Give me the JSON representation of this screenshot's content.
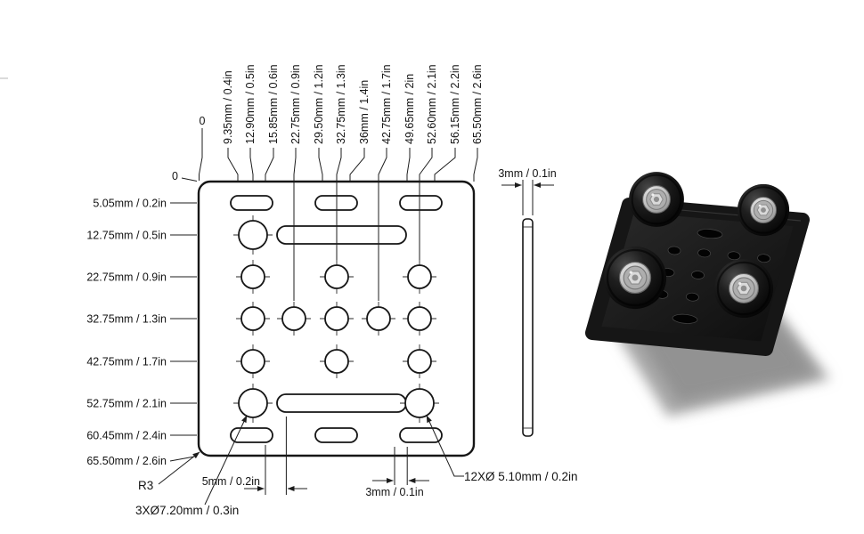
{
  "scene": {
    "background": "#ffffff",
    "line_color": "#1c1c1c",
    "text_color": "#141414"
  },
  "plate_drawing": {
    "origin_x_label": "0",
    "origin_y_label": "0",
    "top_dims": [
      "9.35mm / 0.4in",
      "12.90mm / 0.5in",
      "15.85mm / 0.6in",
      "22.75mm / 0.9in",
      "29.50mm / 1.2in",
      "32.75mm / 1.3in",
      "36mm / 1.4in",
      "42.75mm / 1.7in",
      "49.65mm / 2in",
      "52.60mm / 2.1in",
      "56.15mm / 2.2in",
      "65.50mm / 2.6in"
    ],
    "left_dims": [
      "5.05mm / 0.2in",
      "12.75mm / 0.5in",
      "22.75mm / 0.9in",
      "32.75mm / 1.3in",
      "42.75mm / 1.7in",
      "52.75mm / 2.1in",
      "60.45mm / 2.4in",
      "65.50mm / 2.6in"
    ],
    "corner_radius": "R3",
    "slot_gap_dim": "5mm / 0.2in",
    "edge_gap_dim": "3mm / 0.1in",
    "large_holes_note": "3XØ7.20mm / 0.3in",
    "small_holes_note": "12XØ 5.10mm / 0.2in"
  },
  "side_view": {
    "thickness_dim": "3mm / 0.1in"
  },
  "render": {
    "plate_color": "#141414",
    "wheel_color": "#0b0b0b",
    "bearing_color": "#c2c2c2",
    "shadow_color": "#a8a8a8"
  }
}
